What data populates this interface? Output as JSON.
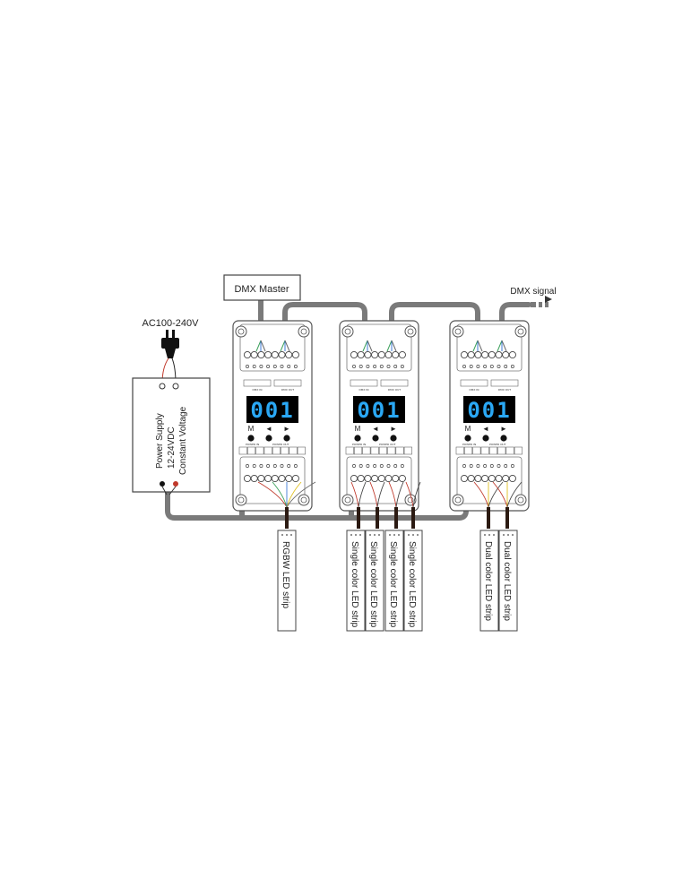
{
  "labels": {
    "dmx_master": "DMX Master",
    "dmx_signal": "DMX signal",
    "ac_input": "AC100-240V",
    "psu_line1": "Power Supply",
    "psu_line2": "12-24VDC",
    "psu_line3": "Constant Voltage"
  },
  "decoders": [
    {
      "display": "001",
      "buttons": [
        "M",
        "◄",
        "►"
      ],
      "dmx_in_label": "DMX IN",
      "dmx_out_label": "DMX OUT",
      "power_in_label": "POWER IN",
      "power_out_label": "POWER OUT"
    },
    {
      "display": "001",
      "buttons": [
        "M",
        "◄",
        "►"
      ],
      "dmx_in_label": "DMX IN",
      "dmx_out_label": "DMX OUT",
      "power_in_label": "POWER IN",
      "power_out_label": "POWER OUT"
    },
    {
      "display": "001",
      "buttons": [
        "M",
        "◄",
        "►"
      ],
      "dmx_in_label": "DMX IN",
      "dmx_out_label": "DMX OUT",
      "power_in_label": "POWER IN",
      "power_out_label": "POWER OUT"
    }
  ],
  "strips": [
    "RGBW LED strip",
    "Single color LED strip",
    "Single color LED strip",
    "Single color LED strip",
    "Single color LED strip",
    "Dual color LED strip",
    "Dual color LED strip"
  ],
  "colors": {
    "cable": "#7a7a7a",
    "device_outline": "#555555",
    "display_bg": "#000000",
    "display_digits": "#2aa8f5",
    "wire_red": "#c0392b",
    "wire_black": "#222222",
    "wire_green": "#3aa05a",
    "wire_blue": "#3f7bd6",
    "wire_yellow": "#e0c020"
  }
}
